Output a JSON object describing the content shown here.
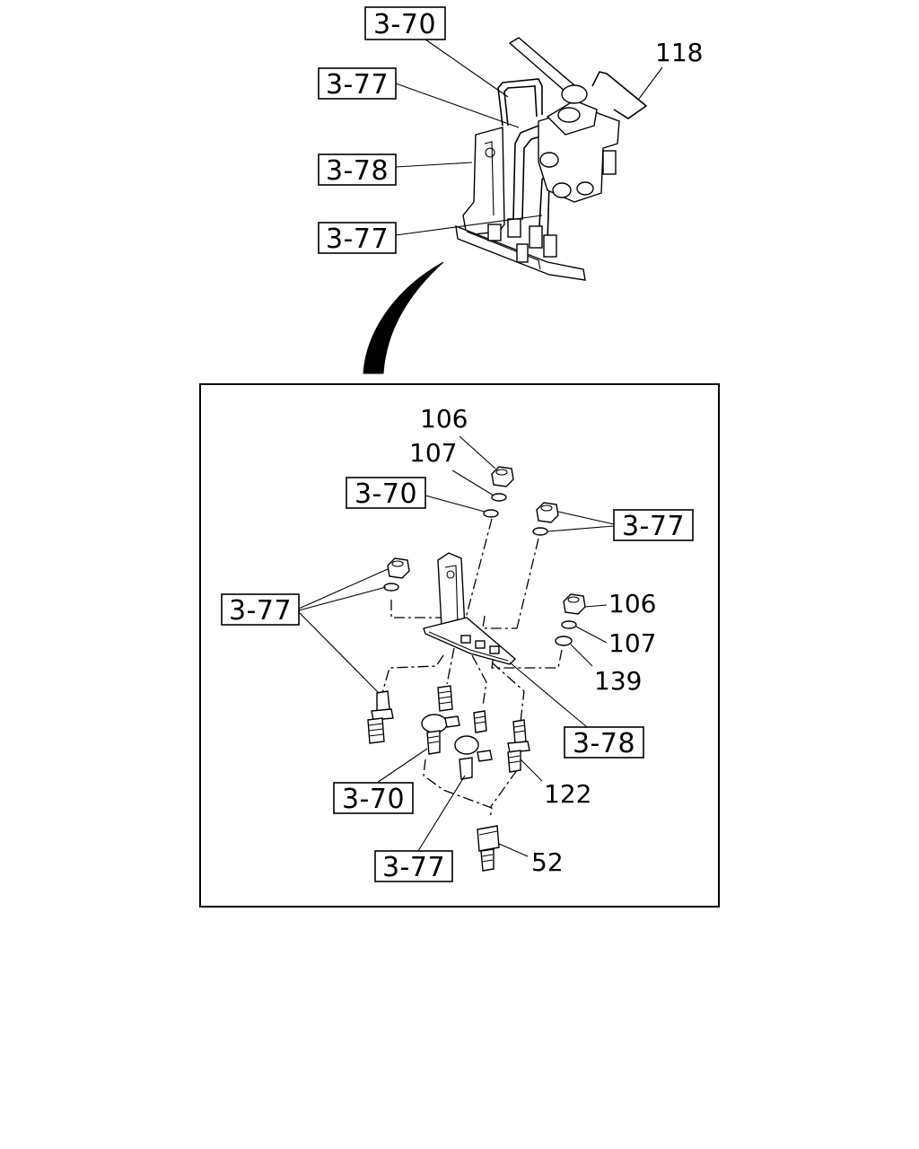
{
  "overview": {
    "callouts": {
      "ref_top": "3-70",
      "ref_pipe_upper": "3-77",
      "ref_bracket": "3-78",
      "ref_pipe_lower": "3-77",
      "part_118": "118"
    }
  },
  "detail": {
    "callouts": {
      "part_106_top": "106",
      "part_107_top": "107",
      "ref_washer_left": "3-70",
      "ref_nut_right": "3-77",
      "ref_nut_left": "3-77",
      "part_106_right": "106",
      "part_107_right": "107",
      "part_139": "139",
      "ref_bracket": "3-78",
      "ref_fitting_a": "3-70",
      "part_122": "122",
      "ref_fitting_b": "3-77",
      "part_52": "52"
    }
  }
}
